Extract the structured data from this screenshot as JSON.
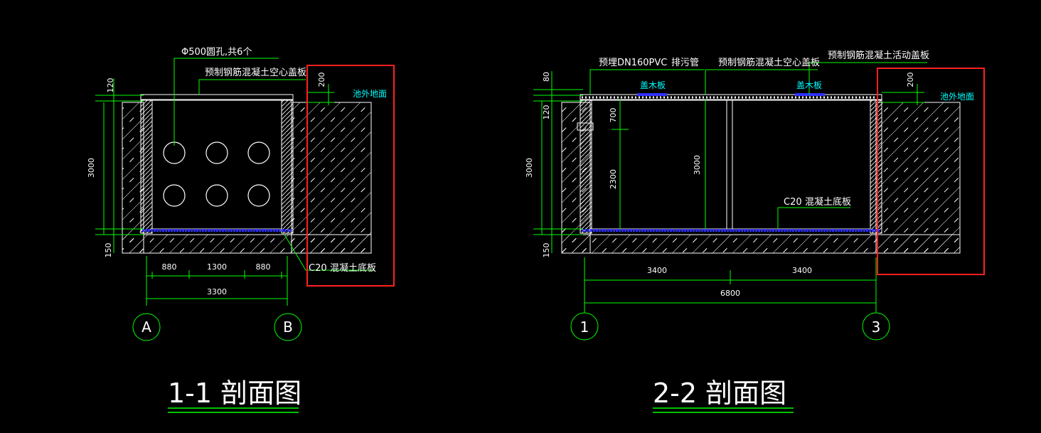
{
  "section1": {
    "title": "1-1  剖面图",
    "holes_label": "Φ500圆孔,共6个",
    "cover_label": "预制钢筋混凝土空心盖板",
    "ground_label": "池外地面",
    "base_grade": "C20",
    "base_label": "混凝土底板",
    "dims": {
      "top_cover": "120",
      "ground_offset": "200",
      "height": "3000",
      "base": "150",
      "left": "880",
      "middle": "1300",
      "right": "880",
      "total": "3300"
    },
    "axes": [
      "A",
      "B"
    ]
  },
  "section2": {
    "title": "2-2  剖面图",
    "pipe_label": "预埋DN160PVC",
    "drain_label": "排污管",
    "cover_label": "预制钢筋混凝土空心盖板",
    "movable_cover_label": "预制钢筋混凝土活动盖板",
    "wood_cover_1": "盖木板",
    "wood_cover_2": "盖木板",
    "ground_label": "池外地面",
    "base_grade": "C20",
    "base_label": "混凝土底板",
    "dims": {
      "top_cover": "80",
      "top_wall": "120",
      "pipe_depth": "700",
      "lower": "2300",
      "height": "3000",
      "inner_height": "3000",
      "ground_offset": "200",
      "base": "150",
      "left": "3400",
      "right": "3400",
      "total": "6800"
    },
    "axes": [
      "1",
      "3"
    ]
  },
  "colors": {
    "background": "#000000",
    "line": "#ffffff",
    "dimension": "#00ff00",
    "accent": "#00ffff",
    "rebar": "#3030ff",
    "highlight": "#ff2020"
  }
}
